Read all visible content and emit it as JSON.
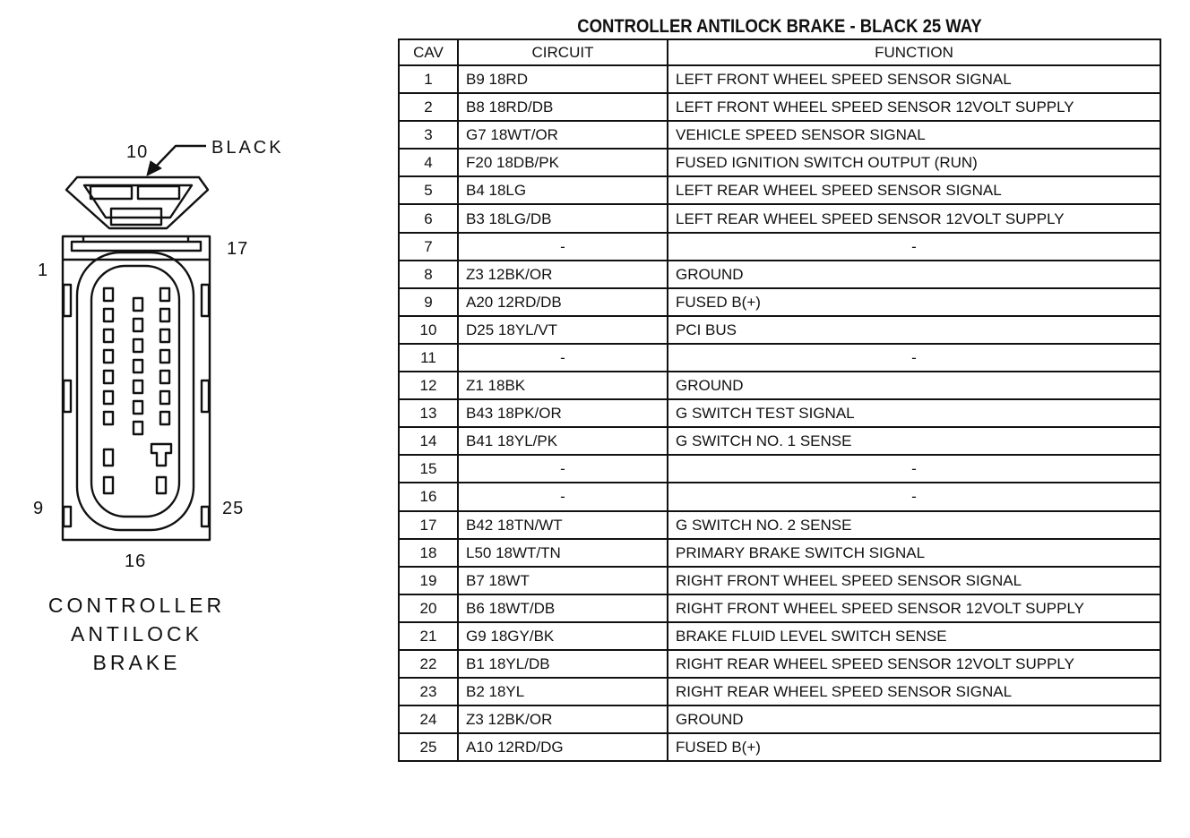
{
  "connector": {
    "label_pin_10": "10",
    "label_color": "BLACK",
    "label_pin_17": "17",
    "label_pin_1": "1",
    "label_pin_9": "9",
    "label_pin_25": "25",
    "label_pin_16": "16",
    "caption_lines": [
      "CONTROLLER",
      "ANTILOCK",
      "BRAKE"
    ]
  },
  "table": {
    "title": "CONTROLLER ANTILOCK BRAKE - BLACK 25 WAY",
    "headers": {
      "cav": "CAV",
      "circuit": "CIRCUIT",
      "function": "FUNCTION"
    },
    "rows": [
      {
        "cav": "1",
        "circuit": "B9 18RD",
        "function": "LEFT FRONT WHEEL SPEED SENSOR SIGNAL"
      },
      {
        "cav": "2",
        "circuit": "B8 18RD/DB",
        "function": "LEFT FRONT WHEEL SPEED SENSOR 12VOLT SUPPLY"
      },
      {
        "cav": "3",
        "circuit": "G7 18WT/OR",
        "function": "VEHICLE SPEED SENSOR SIGNAL"
      },
      {
        "cav": "4",
        "circuit": "F20 18DB/PK",
        "function": "FUSED IGNITION SWITCH OUTPUT (RUN)"
      },
      {
        "cav": "5",
        "circuit": "B4 18LG",
        "function": "LEFT REAR WHEEL SPEED SENSOR SIGNAL"
      },
      {
        "cav": "6",
        "circuit": "B3 18LG/DB",
        "function": "LEFT REAR WHEEL SPEED SENSOR 12VOLT SUPPLY"
      },
      {
        "cav": "7",
        "circuit": "-",
        "function": "-"
      },
      {
        "cav": "8",
        "circuit": "Z3 12BK/OR",
        "function": "GROUND"
      },
      {
        "cav": "9",
        "circuit": "A20 12RD/DB",
        "function": "FUSED B(+)"
      },
      {
        "cav": "10",
        "circuit": "D25 18YL/VT",
        "function": "PCI BUS"
      },
      {
        "cav": "11",
        "circuit": "-",
        "function": "-"
      },
      {
        "cav": "12",
        "circuit": "Z1 18BK",
        "function": "GROUND"
      },
      {
        "cav": "13",
        "circuit": "B43 18PK/OR",
        "function": "G SWITCH TEST SIGNAL"
      },
      {
        "cav": "14",
        "circuit": "B41 18YL/PK",
        "function": "G SWITCH NO. 1 SENSE"
      },
      {
        "cav": "15",
        "circuit": "-",
        "function": "-"
      },
      {
        "cav": "16",
        "circuit": "-",
        "function": "-"
      },
      {
        "cav": "17",
        "circuit": "B42 18TN/WT",
        "function": "G SWITCH NO. 2 SENSE"
      },
      {
        "cav": "18",
        "circuit": "L50 18WT/TN",
        "function": "PRIMARY BRAKE SWITCH SIGNAL"
      },
      {
        "cav": "19",
        "circuit": "B7 18WT",
        "function": "RIGHT FRONT WHEEL SPEED SENSOR SIGNAL"
      },
      {
        "cav": "20",
        "circuit": "B6 18WT/DB",
        "function": "RIGHT FRONT WHEEL SPEED SENSOR 12VOLT SUPPLY"
      },
      {
        "cav": "21",
        "circuit": "G9 18GY/BK",
        "function": "BRAKE FLUID LEVEL SWITCH SENSE"
      },
      {
        "cav": "22",
        "circuit": "B1 18YL/DB",
        "function": "RIGHT REAR WHEEL SPEED SENSOR 12VOLT SUPPLY"
      },
      {
        "cav": "23",
        "circuit": "B2 18YL",
        "function": "RIGHT REAR WHEEL SPEED SENSOR SIGNAL"
      },
      {
        "cav": "24",
        "circuit": "Z3 12BK/OR",
        "function": "GROUND"
      },
      {
        "cav": "25",
        "circuit": "A10 12RD/DG",
        "function": "FUSED B(+)"
      }
    ]
  }
}
